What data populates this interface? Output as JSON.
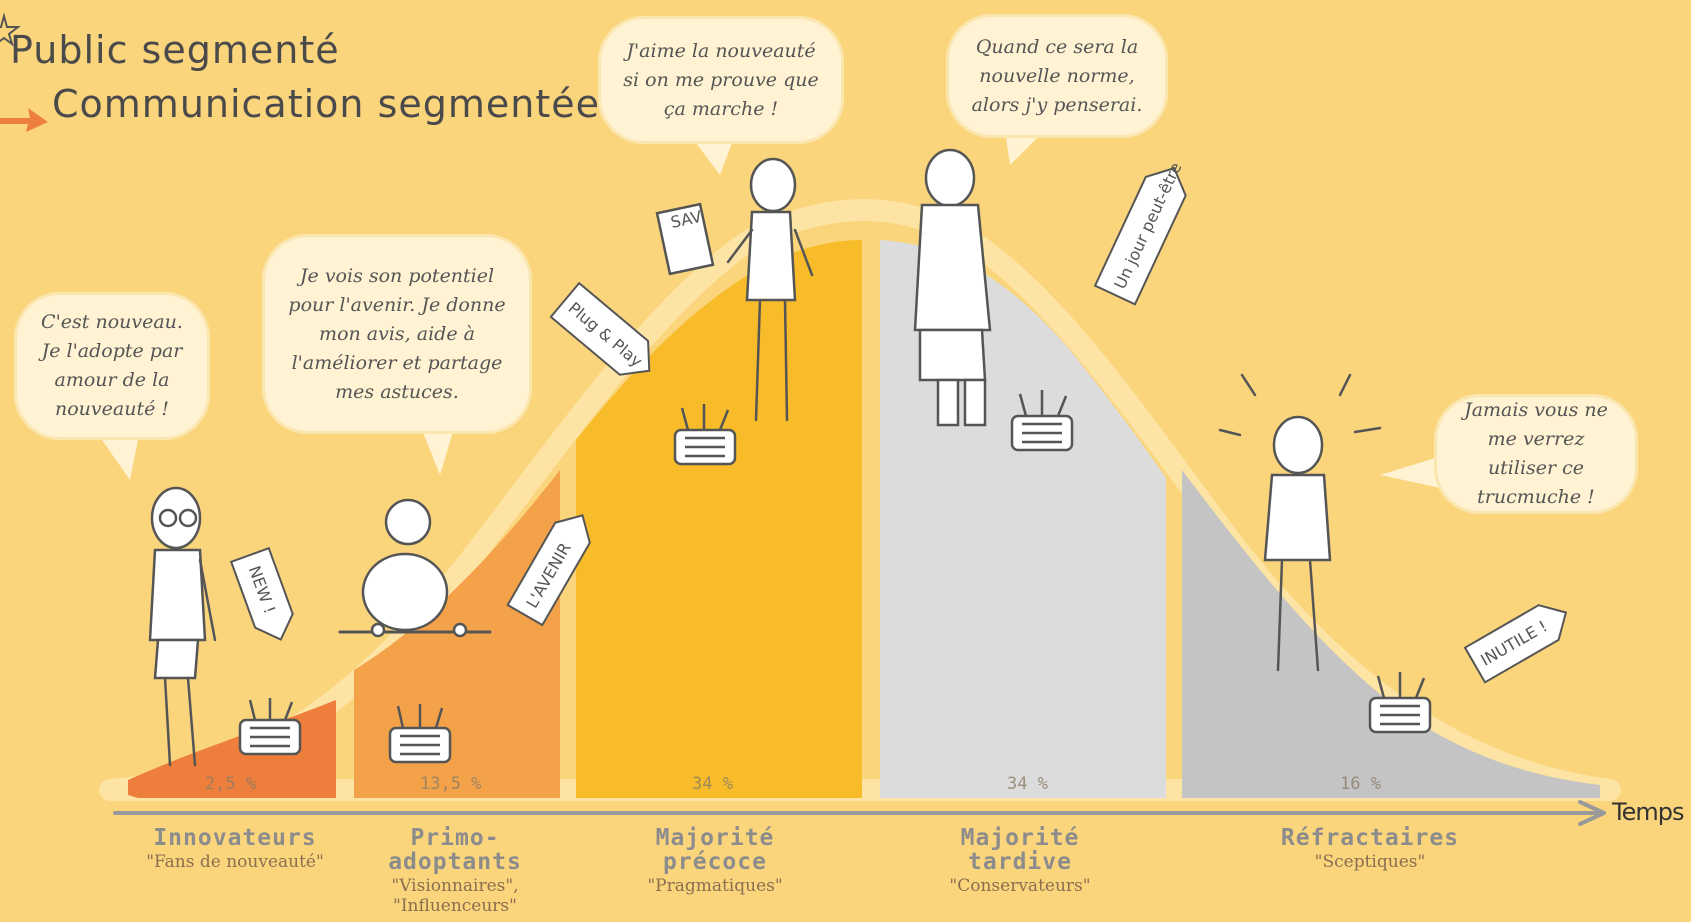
{
  "legend": {
    "line1": "Public segmenté",
    "line2": "Communication segmentée"
  },
  "axis": {
    "label": "Temps"
  },
  "colors": {
    "background": "#fbd57c",
    "innovators": "#ee7e3c",
    "early_adopters": "#f4a24a",
    "early_majority": "#f8bc2a",
    "late_majority": "#dcdcdc",
    "laggards": "#c4c4c4",
    "bell_outline": "#fde6a8"
  },
  "segments": [
    {
      "name": "Innovateurs",
      "alias": "\"Fans de nouveauté\"",
      "percent": "2,5 %",
      "quote": "C'est nouveau. Je l'adopte par amour de la nouveauté !",
      "tag": "NEW !",
      "icon": "geek-glasses-icon"
    },
    {
      "name": "Primo-adoptants",
      "alias": "\"Visionnaires\", \"Influenceurs\"",
      "percent": "13,5 %",
      "quote": "Je vois son potentiel pour l'avenir. Je donne mon avis, aide à l'améliorer et partage mes astuces.",
      "tag": "L'AVENIR",
      "icon": "seated-person-icon"
    },
    {
      "name": "Majorité précoce",
      "alias": "\"Pragmatiques\"",
      "percent": "34 %",
      "quote": "J'aime la nouveauté si on me prouve que ça marche !",
      "tag": "Plug & Play",
      "badge": "SAV",
      "icon": "standing-person-icon"
    },
    {
      "name": "Majorité tardive",
      "alias": "\"Conservateurs\"",
      "percent": "34 %",
      "quote": "Quand ce sera la nouvelle norme, alors j'y penserai.",
      "tag": "Un jour peut-être",
      "icon": "old-lady-icon"
    },
    {
      "name": "Réfractaires",
      "alias": "\"Sceptiques\"",
      "percent": "16 %",
      "quote": "Jamais vous ne me verrez utiliser ce trucmuche !",
      "tag": "INUTILE !",
      "icon": "angry-person-icon"
    }
  ]
}
